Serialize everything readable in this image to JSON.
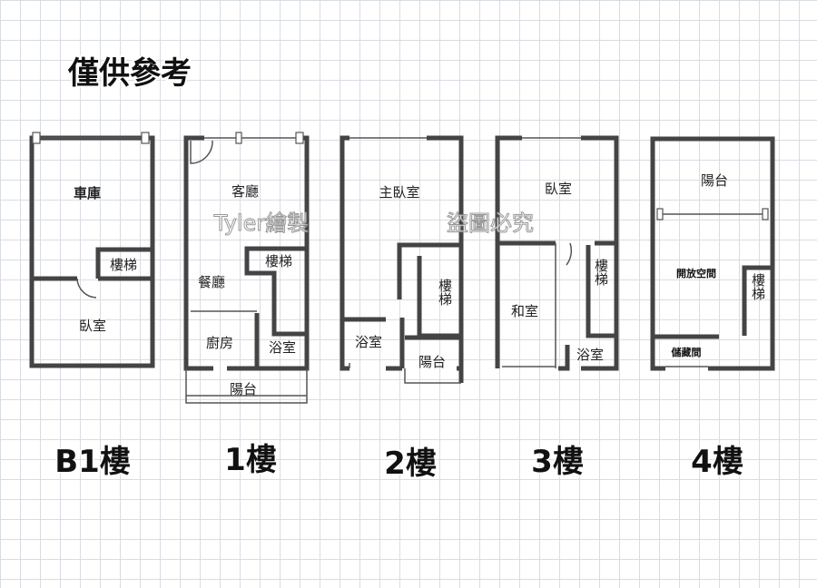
{
  "title": "僅供參考",
  "watermarks": {
    "author": "Tyler繪製",
    "warning": "盜圖必究"
  },
  "floors": [
    {
      "label": "B1樓",
      "rooms": [
        "車庫",
        "樓梯",
        "臥室"
      ]
    },
    {
      "label": "1樓",
      "rooms": [
        "客廳",
        "樓梯",
        "餐廳",
        "廚房",
        "浴室",
        "陽台"
      ]
    },
    {
      "label": "2樓",
      "rooms": [
        "主臥室",
        "樓梯",
        "浴室",
        "陽台"
      ]
    },
    {
      "label": "3樓",
      "rooms": [
        "臥室",
        "樓梯",
        "和室",
        "浴室"
      ]
    },
    {
      "label": "4樓",
      "rooms": [
        "陽台",
        "開放空間",
        "樓梯",
        "儲藏間"
      ]
    }
  ],
  "colors": {
    "wall": "#444444",
    "grid": "#d8dde3"
  }
}
